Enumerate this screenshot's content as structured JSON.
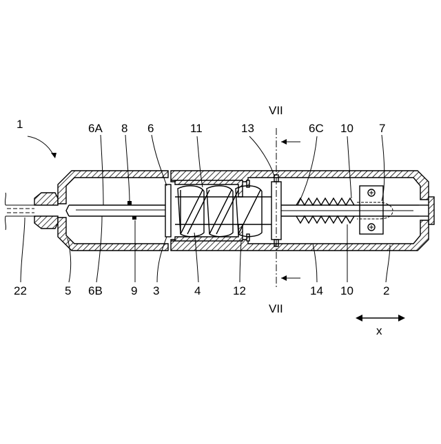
{
  "labels": {
    "fig_number": "1",
    "l_6A": "6A",
    "l_8": "8",
    "l_6": "6",
    "l_11": "11",
    "l_13": "13",
    "l_VII_top": "VII",
    "l_6C": "6C",
    "l_10_top": "10",
    "l_7": "7",
    "l_22": "22",
    "l_5": "5",
    "l_6B": "6B",
    "l_9": "9",
    "l_3": "3",
    "l_4": "4",
    "l_12": "12",
    "l_14": "14",
    "l_10_bottom": "10",
    "l_2": "2",
    "l_VII_bottom": "VII",
    "l_x": "x"
  }
}
